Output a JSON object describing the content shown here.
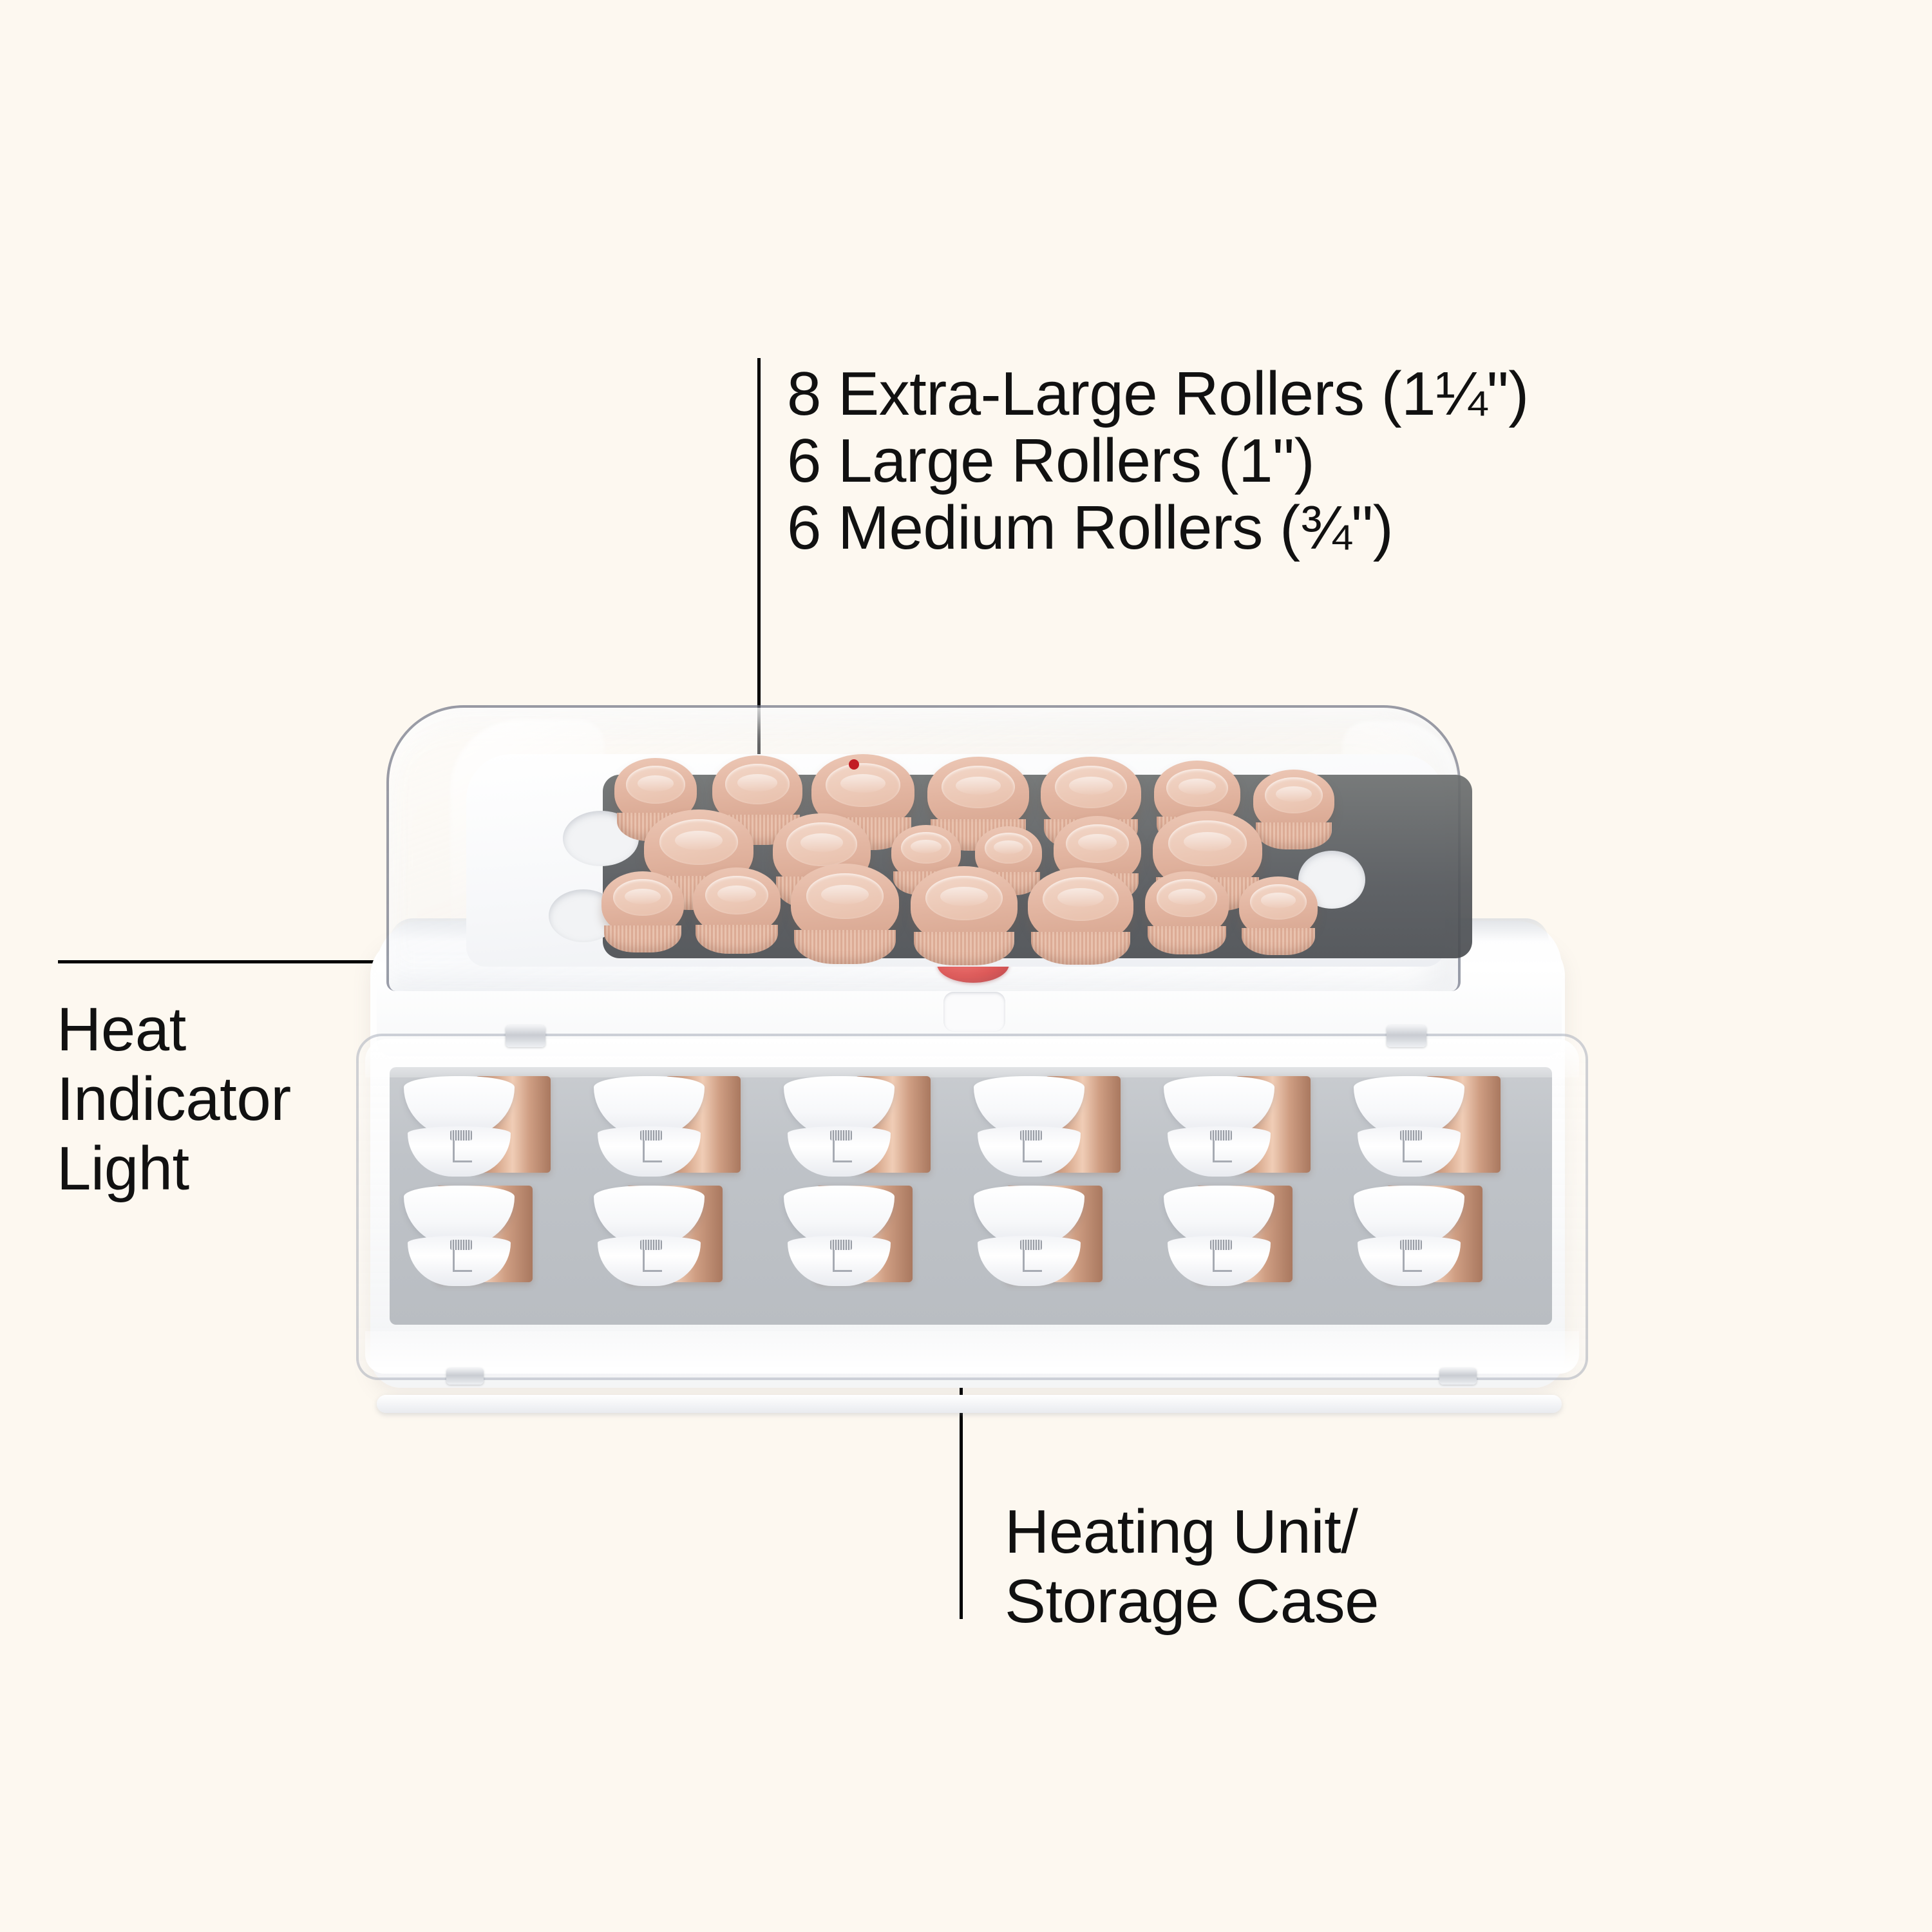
{
  "background_color": "#FDF8F0",
  "text_color": "#111111",
  "callouts": {
    "rollers": {
      "name": "roller-count-callout",
      "lines": [
        "8 Extra-Large Rollers (1¼\")",
        "6 Large Rollers (1\")",
        "6 Medium Rollers (¾\")"
      ]
    },
    "heat_indicator": {
      "name": "heat-indicator-light-callout",
      "lines": [
        "Heat",
        "Indicator",
        "Light"
      ]
    },
    "heating_case": {
      "name": "heating-unit-storage-case-callout",
      "lines": [
        "Heating Unit/",
        "Storage Case"
      ]
    }
  },
  "product": {
    "name": "hot-roller-hairsetter",
    "indicator_light_color": "#D8221F",
    "roller_cap_color": "#E3B6A2",
    "copper_roller_color": "#D7A78B",
    "body_color": "#FFFFFF",
    "lid": "clear-dome-lid",
    "top_tray_rows": 3,
    "case_rows": 2,
    "clips_per_row": 6
  }
}
